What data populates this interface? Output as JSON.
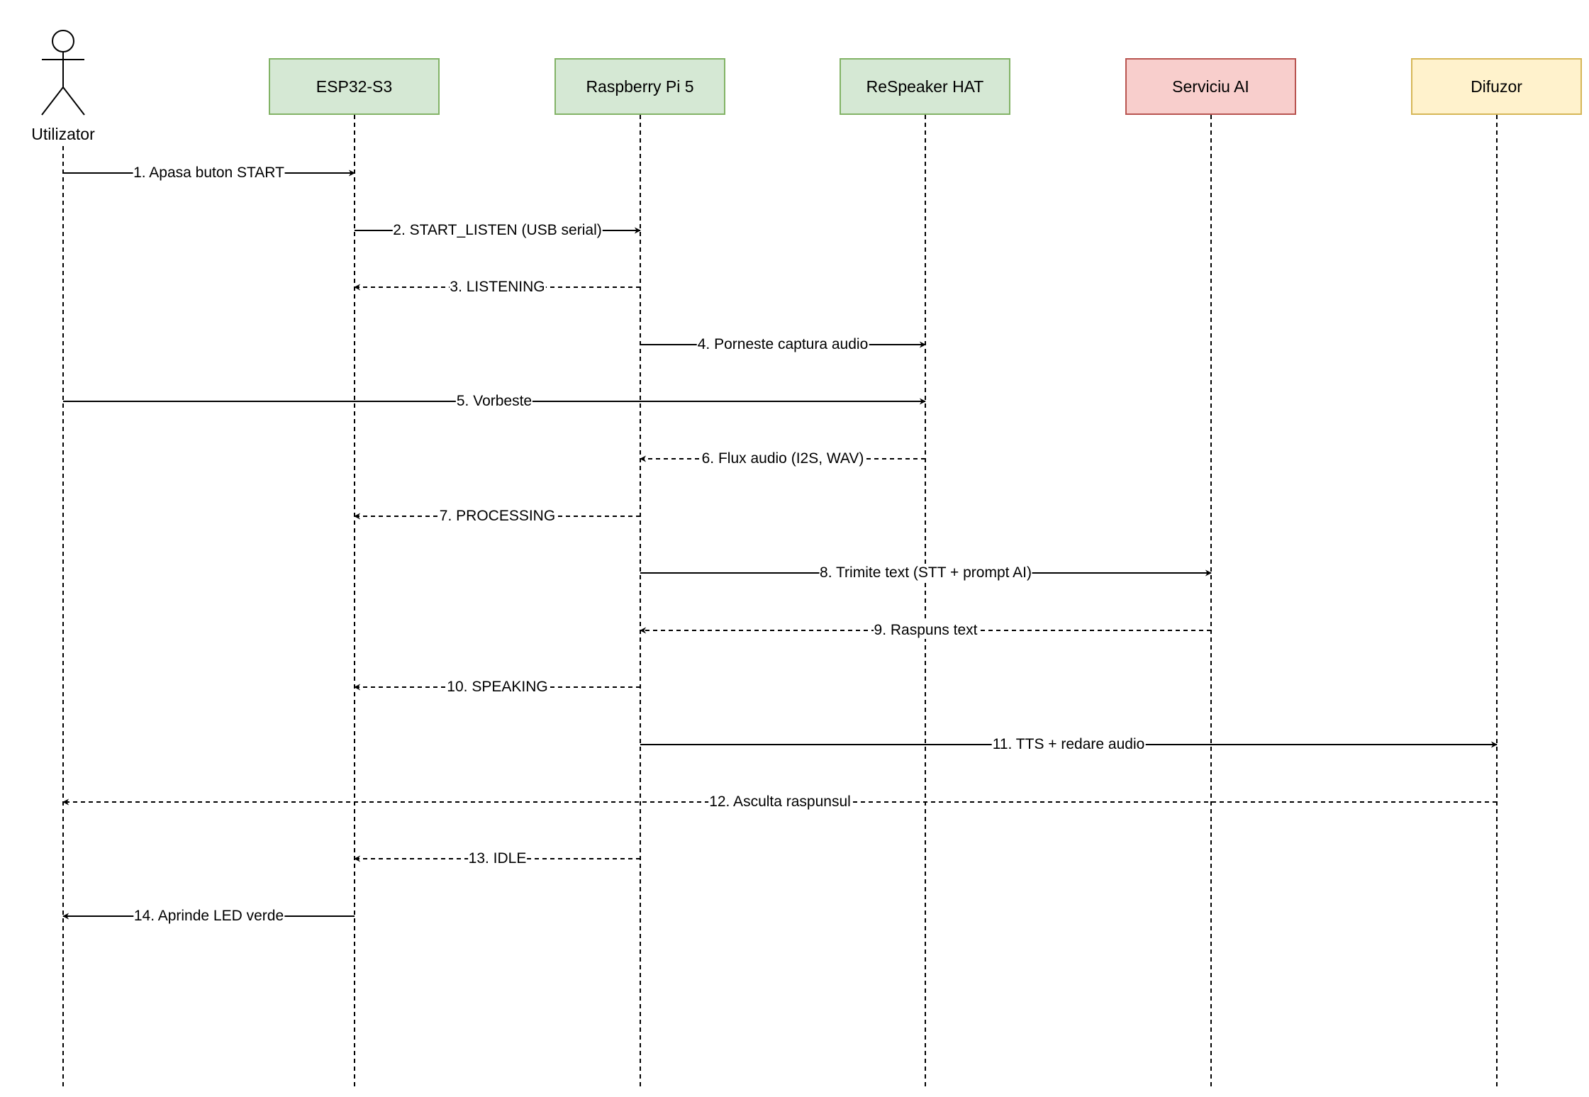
{
  "participants": [
    {
      "id": "user",
      "kind": "actor",
      "label": "Utilizator",
      "fill": "#ffffff",
      "stroke": "#000000"
    },
    {
      "id": "esp32",
      "kind": "box",
      "label": "ESP32-S3",
      "fill": "#d5e8d4",
      "stroke": "#82b366"
    },
    {
      "id": "rpi",
      "kind": "box",
      "label": "Raspberry Pi 5",
      "fill": "#d5e8d4",
      "stroke": "#82b366"
    },
    {
      "id": "respeaker",
      "kind": "box",
      "label": "ReSpeaker HAT",
      "fill": "#d5e8d4",
      "stroke": "#82b366"
    },
    {
      "id": "ai",
      "kind": "box",
      "label": "Serviciu AI",
      "fill": "#f8cecc",
      "stroke": "#b85450"
    },
    {
      "id": "speaker",
      "kind": "box",
      "label": "Difuzor",
      "fill": "#fff2cc",
      "stroke": "#d6b656"
    }
  ],
  "messages": [
    {
      "from": 0,
      "to": 1,
      "style": "solid",
      "label": "1. Apasa buton START"
    },
    {
      "from": 1,
      "to": 2,
      "style": "solid",
      "label": "2. START_LISTEN (USB serial)"
    },
    {
      "from": 2,
      "to": 1,
      "style": "dashed",
      "label": "3. LISTENING"
    },
    {
      "from": 2,
      "to": 3,
      "style": "solid",
      "label": "4. Porneste captura audio"
    },
    {
      "from": 0,
      "to": 3,
      "style": "solid",
      "label": "5. Vorbeste"
    },
    {
      "from": 3,
      "to": 2,
      "style": "dashed",
      "label": "6. Flux audio (I2S, WAV)"
    },
    {
      "from": 2,
      "to": 1,
      "style": "dashed",
      "label": "7. PROCESSING"
    },
    {
      "from": 2,
      "to": 4,
      "style": "solid",
      "label": "8. Trimite text (STT + prompt AI)"
    },
    {
      "from": 4,
      "to": 2,
      "style": "dashed",
      "label": "9. Raspuns text"
    },
    {
      "from": 2,
      "to": 1,
      "style": "dashed",
      "label": "10. SPEAKING"
    },
    {
      "from": 2,
      "to": 5,
      "style": "solid",
      "label": "11. TTS + redare audio"
    },
    {
      "from": 5,
      "to": 0,
      "style": "dashed",
      "label": "12. Asculta raspunsul"
    },
    {
      "from": 2,
      "to": 1,
      "style": "dashed",
      "label": "13. IDLE"
    },
    {
      "from": 1,
      "to": 0,
      "style": "solid",
      "label": "14. Aprinde LED verde"
    }
  ]
}
